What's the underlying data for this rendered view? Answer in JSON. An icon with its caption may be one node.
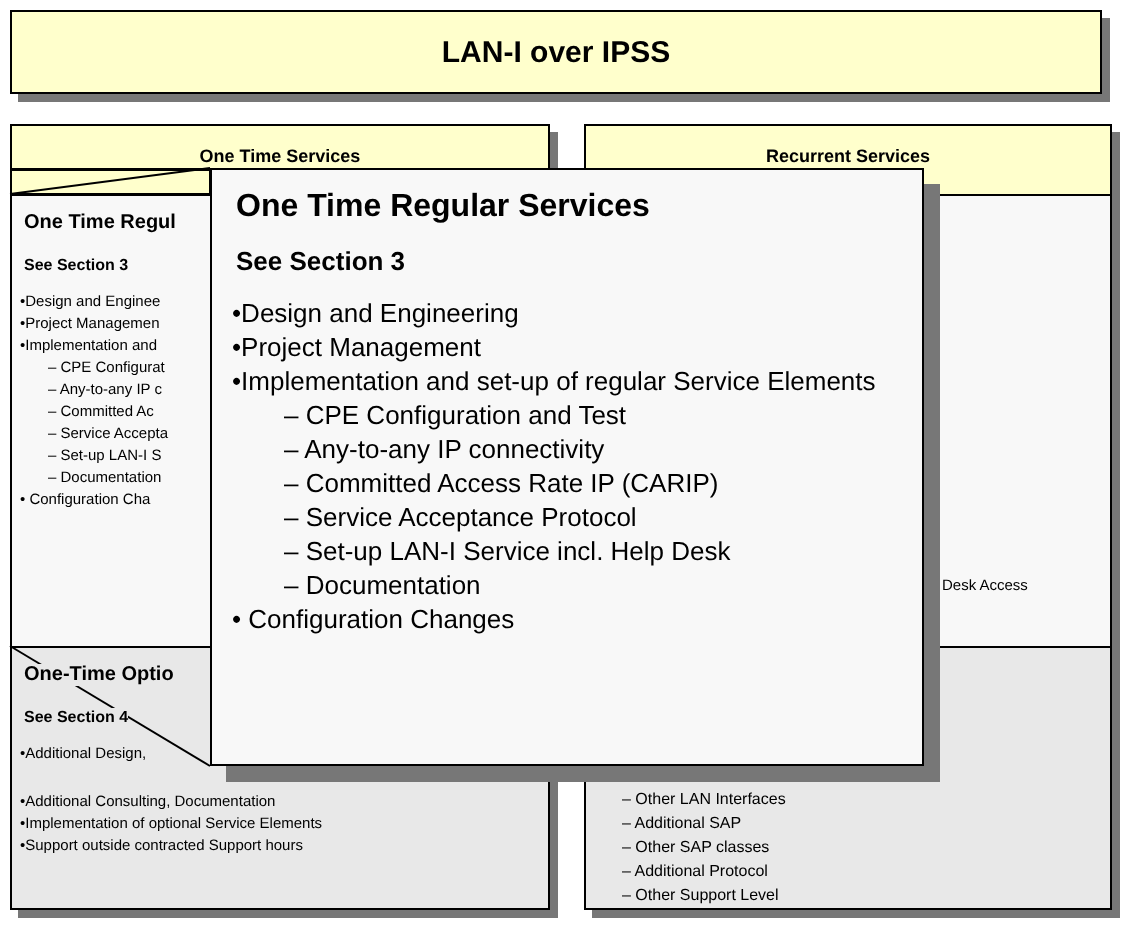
{
  "diagram": {
    "title": "LAN-I over IPSS",
    "nodes": [
      {
        "text": [
          "One Time Services"
        ]
      },
      {
        "text": [
          "One Time Regul",
          "See Section 3",
          "•Design and Enginee",
          "•Project Managemen",
          "•Implementation and",
          "– CPE Configurat",
          "– Any-to-any IP c",
          "– Committed Ac",
          "– Service Accepta",
          "– Set-up LAN-I S",
          "– Documentation",
          "• Configuration Cha"
        ]
      },
      {
        "text": [
          "One-Time Optio",
          "See Section 4",
          "•Additional Design,",
          "•Additional Consulting, Documentation",
          "•Implementation of optional Service Elements",
          "•Support outside contracted Support hours"
        ]
      },
      {
        "text": [
          "Recurrent Services"
        ]
      },
      {
        "text": [
          "Desk Access"
        ]
      },
      {
        "text": [
          "– Other LAN Interfaces",
          "– Additional SAP",
          "– Other SAP classes",
          "– Additional Protocol",
          "– Other Support Level"
        ]
      },
      {
        "text": [
          "One Time Regular Services",
          "See Section 3",
          "•Design and Engineering",
          "•Project Management",
          "•Implementation and set-up of regular Service Elements",
          "– CPE Configuration and Test",
          "– Any-to-any IP connectivity",
          "– Committed Access Rate IP (CARIP)",
          "– Service Acceptance Protocol",
          "– Set-up LAN-I Service incl. Help Desk",
          "– Documentation",
          "• Configuration Changes"
        ]
      }
    ],
    "edges": [
      {
        "from": 1,
        "to": 6,
        "arrow": "none"
      },
      {
        "from": 2,
        "to": 6,
        "arrow": "none"
      }
    ]
  }
}
